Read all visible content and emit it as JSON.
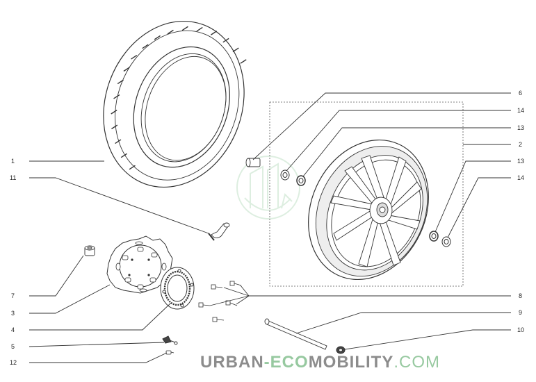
{
  "callouts": [
    {
      "id": "c1",
      "label": "1"
    },
    {
      "id": "c11",
      "label": "11"
    },
    {
      "id": "c7",
      "label": "7"
    },
    {
      "id": "c3",
      "label": "3"
    },
    {
      "id": "c4",
      "label": "4"
    },
    {
      "id": "c5",
      "label": "5"
    },
    {
      "id": "c12",
      "label": "12"
    },
    {
      "id": "c6",
      "label": "6"
    },
    {
      "id": "c14a",
      "label": "14"
    },
    {
      "id": "c13a",
      "label": "13"
    },
    {
      "id": "c2",
      "label": "2"
    },
    {
      "id": "c13b",
      "label": "13"
    },
    {
      "id": "c14b",
      "label": "14"
    },
    {
      "id": "c8",
      "label": "8"
    },
    {
      "id": "c9",
      "label": "9"
    },
    {
      "id": "c10",
      "label": "10"
    }
  ],
  "watermark": {
    "part1": "URBAN",
    "part2": "-",
    "part3": "ECO",
    "part4": "MOBILITY",
    "part5": ".COM"
  },
  "colors": {
    "watermark_gray": "#8c8c8c",
    "watermark_green": "#97c9a0",
    "line": "#333333"
  }
}
